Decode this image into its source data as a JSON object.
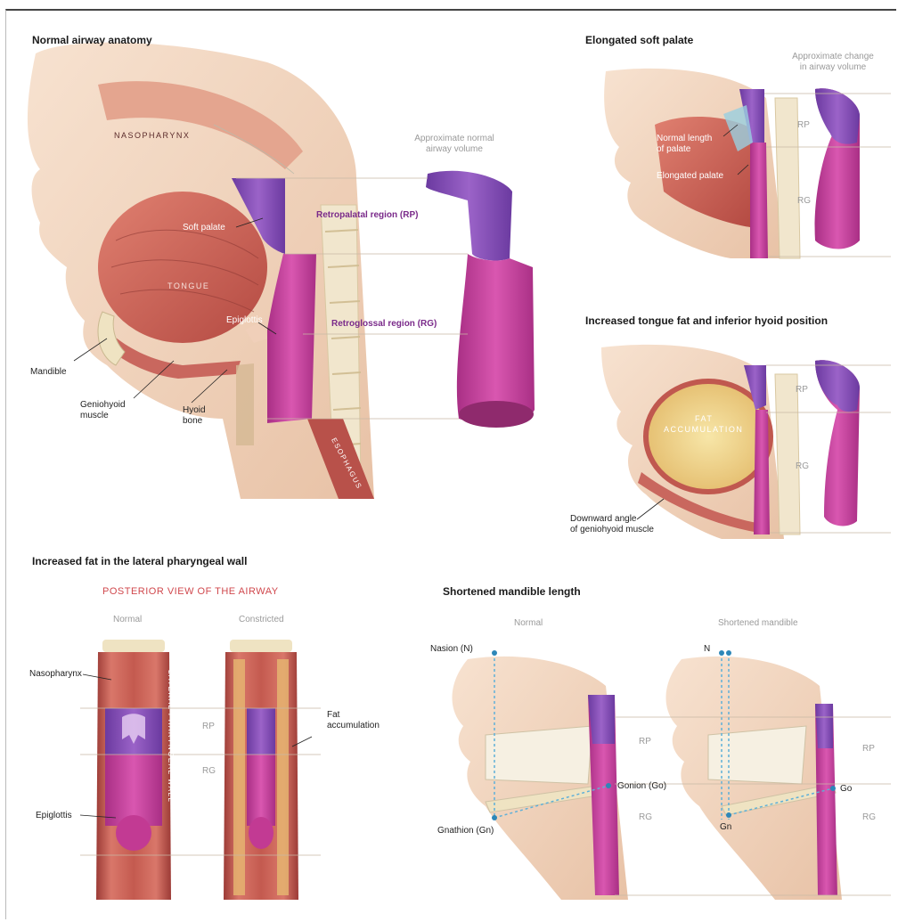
{
  "panels": {
    "normal": {
      "title": "Normal airway anatomy",
      "nasopharynx": "NASOPHARYNX",
      "tongue": "TONGUE",
      "soft_palate": "Soft palate",
      "epiglottis": "Epiglottis",
      "mandible": "Mandible",
      "geniohyoid": [
        "Geniohyoid",
        "muscle"
      ],
      "hyoid": [
        "Hyoid",
        "bone"
      ],
      "esophagus": "ESOPHAGUS",
      "volume_label": [
        "Approximate normal",
        "airway volume"
      ],
      "rp_region": "Retropalatal region (RP)",
      "rg_region": "Retroglossal region (RG)"
    },
    "soft_palate": {
      "title": "Elongated soft palate",
      "volume_label": [
        "Approximate change",
        "in airway volume"
      ],
      "normal_length": [
        "Normal length",
        "of palate"
      ],
      "elongated": "Elongated palate",
      "rp": "RP",
      "rg": "RG"
    },
    "tongue_fat": {
      "title": "Increased tongue fat and inferior hyoid position",
      "fat": [
        "FAT",
        "ACCUMULATION"
      ],
      "downward": [
        "Downward angle",
        "of geniohyoid muscle"
      ],
      "rp": "RP",
      "rg": "RG"
    },
    "lateral": {
      "title": "Increased fat in the lateral pharyngeal wall",
      "posterior": "POSTERIOR VIEW OF THE AIRWAY",
      "normal": "Normal",
      "constricted": "Constricted",
      "nasopharynx": "Nasopharynx",
      "epiglottis": "Epiglottis",
      "lateral_wall": "LATERAL PHARYNGEAL WALL",
      "fat": [
        "Fat",
        "accumulation"
      ],
      "rp": "RP",
      "rg": "RG"
    },
    "mandible": {
      "title": "Shortened mandible length",
      "normal": "Normal",
      "shortened": "Shortened mandible",
      "nasion": "Nasion (N)",
      "gonion": "Gonion (Go)",
      "gnathion": "Gnathion (Gn)",
      "n": "N",
      "go": "Go",
      "gn": "Gn",
      "rp": "RP",
      "rg": "RG"
    }
  },
  "colors": {
    "skin": "#f3d8c4",
    "muscle": "#c8574e",
    "airway_rp": "#8b4fb8",
    "airway_rg": "#c83f9a",
    "fat": "#f0d27a",
    "bone": "#efe3c2"
  }
}
